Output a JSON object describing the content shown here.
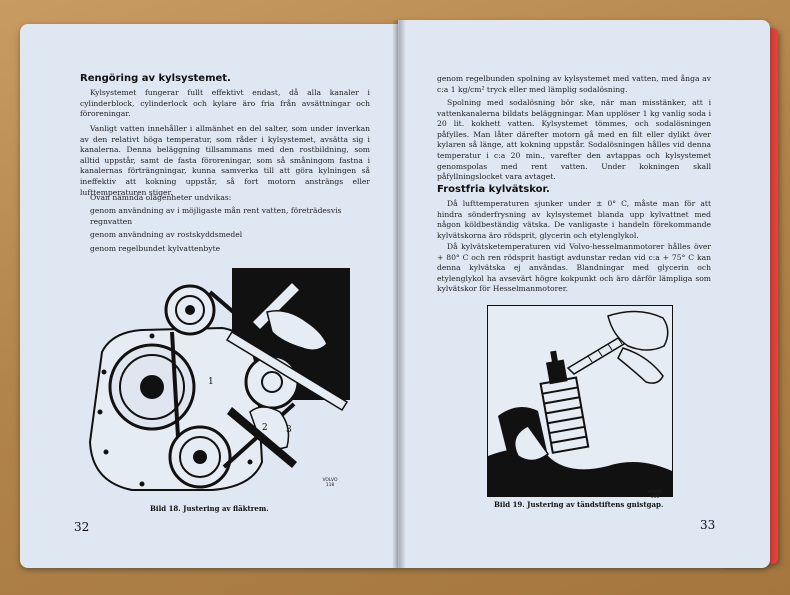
{
  "left_page": {
    "heading": "Rengöring av kylsystemet.",
    "paragraphs": [
      "Kylsystemet fungerar fullt effektivt endast, då alla kanaler i cylinderblock, cylinderlock och kylare äro fria från avsättningar och föroreningar.",
      "Vanligt vatten innehåller i allmänhet en del salter, som under inverkan av den relativt höga temperatur, som råder i kylsystemet, avsätta sig i kanalerna. Denna beläggning tillsammans med den rostbildning, som alltid uppstår, samt de fasta föroreningar, som så småningom fastna i kanalernas förträngningar, kunna samverka till att göra kylningen så ineffektiv att kokning uppstår, så fort motorn ansträngs eller lufttemperaturen stiger.",
      "Ovan nämnda olägenheter undvikas:"
    ],
    "list": [
      "genom användning av i möjligaste mån rent vatten, företrädesvis regnvatten",
      "genom användning av rostskyddsmedel",
      "genom regelbundet kylvattenbyte"
    ],
    "figure_labels": [
      "1",
      "2",
      "3"
    ],
    "volvo_mark": "VOLVO",
    "volvo_code": "118",
    "caption": "Bild 18.  Justering av fläktrem.",
    "page_number": "32"
  },
  "right_page": {
    "paragraphs_top": [
      "genom regelbunden spolning av kylsystemet med vatten, med ånga av c:a 1 kg/cm² tryck eller med lämplig sodalösning.",
      "Spolning med sodalösning bör ske, när man misstänker, att i vattenkanalerna bildats beläggningar. Man upplöser 1 kg vanlig soda i 20 lit. kokhett vatten. Kylsystemet tömmes, och sodalösningen påfylles. Man låter därefter motorn gå med en filt eller dylikt över kylaren så länge, att kokning uppstår. Sodalösningen hålles vid denna temperatur i c:a 20 min., varefter den avtappas och kylsystemet genomspolas med rent vatten. Under kokningen skall påfyllningslocket vara avtaget."
    ],
    "heading": "Frostfria kylvätskor.",
    "paragraphs_bottom": [
      "Då lufttemperaturen sjunker under ± 0° C, måste man för att hindra sönderfrysning av kylsystemet blanda upp kylvattnet med någon köldbeständig vätska. De vanligaste i handeln förekommande kylvätskorna äro rödsprit, glycerin och etylenglykol.",
      "Då kylvätsketemperaturen vid Volvo-hesselmanmotorer hålles över + 80° C och ren rödsprit hastigt avdunstar redan vid c:a + 75° C kan denna kylvätska ej användas. Blandningar med glycerin och etylenglykol ha avsevärt högre kokpunkt och äro därför lämpliga som kylvätskor för Hesselmanmotorer."
    ],
    "volvo_mark": "VOLVO",
    "volvo_code": "056",
    "caption": "Bild 19.  Justering av tändstiftens gnistgap.",
    "page_number": "33"
  }
}
